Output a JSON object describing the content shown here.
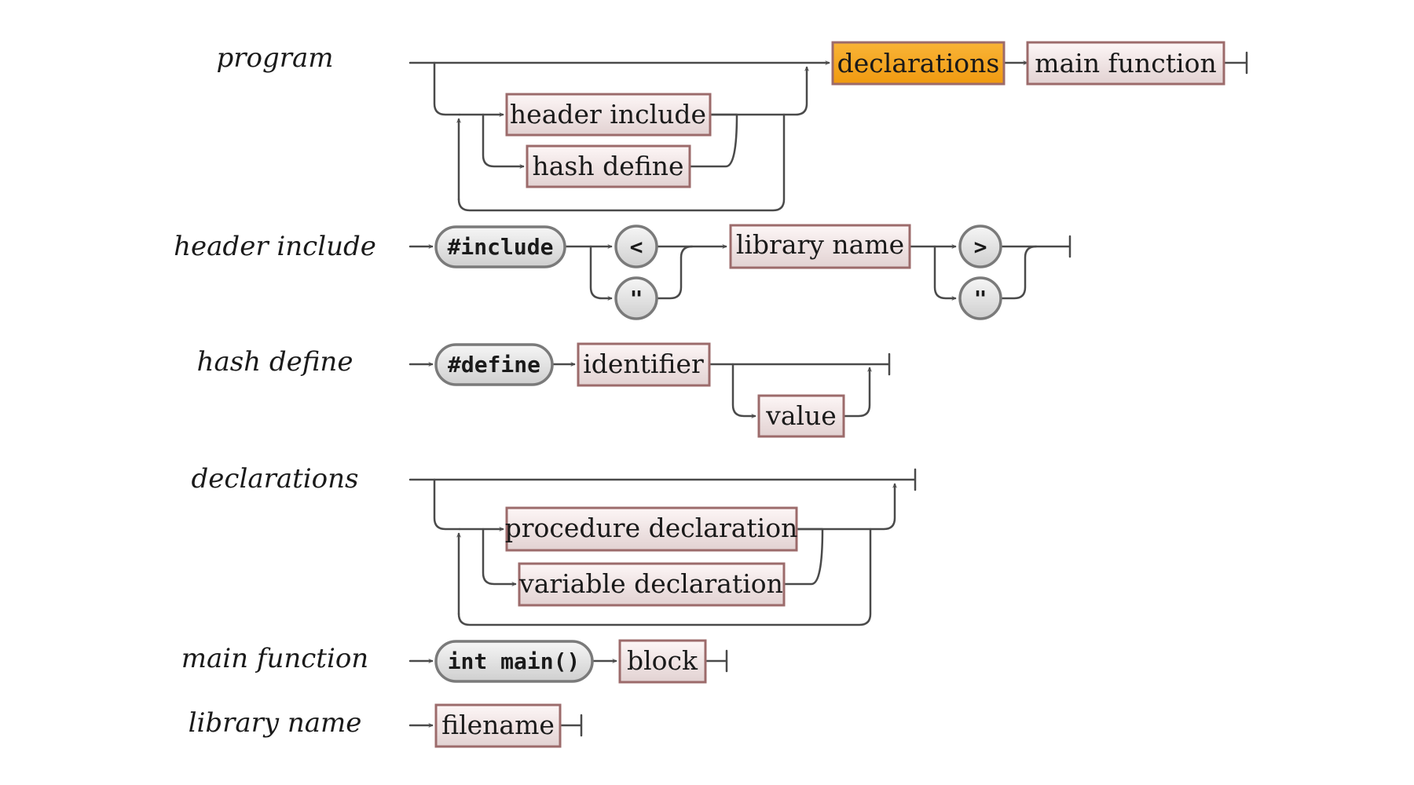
{
  "colors": {
    "highlight": "#f5a623",
    "nonterminal_border": "#9c6b6b",
    "terminal_border": "#7a7a7a",
    "line": "#4a4a4a"
  },
  "rules": {
    "program": {
      "name": "program",
      "declarations": "declarations",
      "main_function": "main function",
      "header_include": "header include",
      "hash_define": "hash define"
    },
    "header_include": {
      "name": "header include",
      "include_kw": "#include",
      "lt": "<",
      "quote_open": "\"",
      "library_name": "library name",
      "gt": ">",
      "quote_close": "\""
    },
    "hash_define": {
      "name": "hash define",
      "define_kw": "#define",
      "identifier": "identifier",
      "value": "value"
    },
    "declarations": {
      "name": "declarations",
      "procedure_declaration": "procedure declaration",
      "variable_declaration": "variable declaration"
    },
    "main_function": {
      "name": "main function",
      "int_main": "int main()",
      "block": "block"
    },
    "library_name": {
      "name": "library name",
      "filename": "filename"
    }
  }
}
